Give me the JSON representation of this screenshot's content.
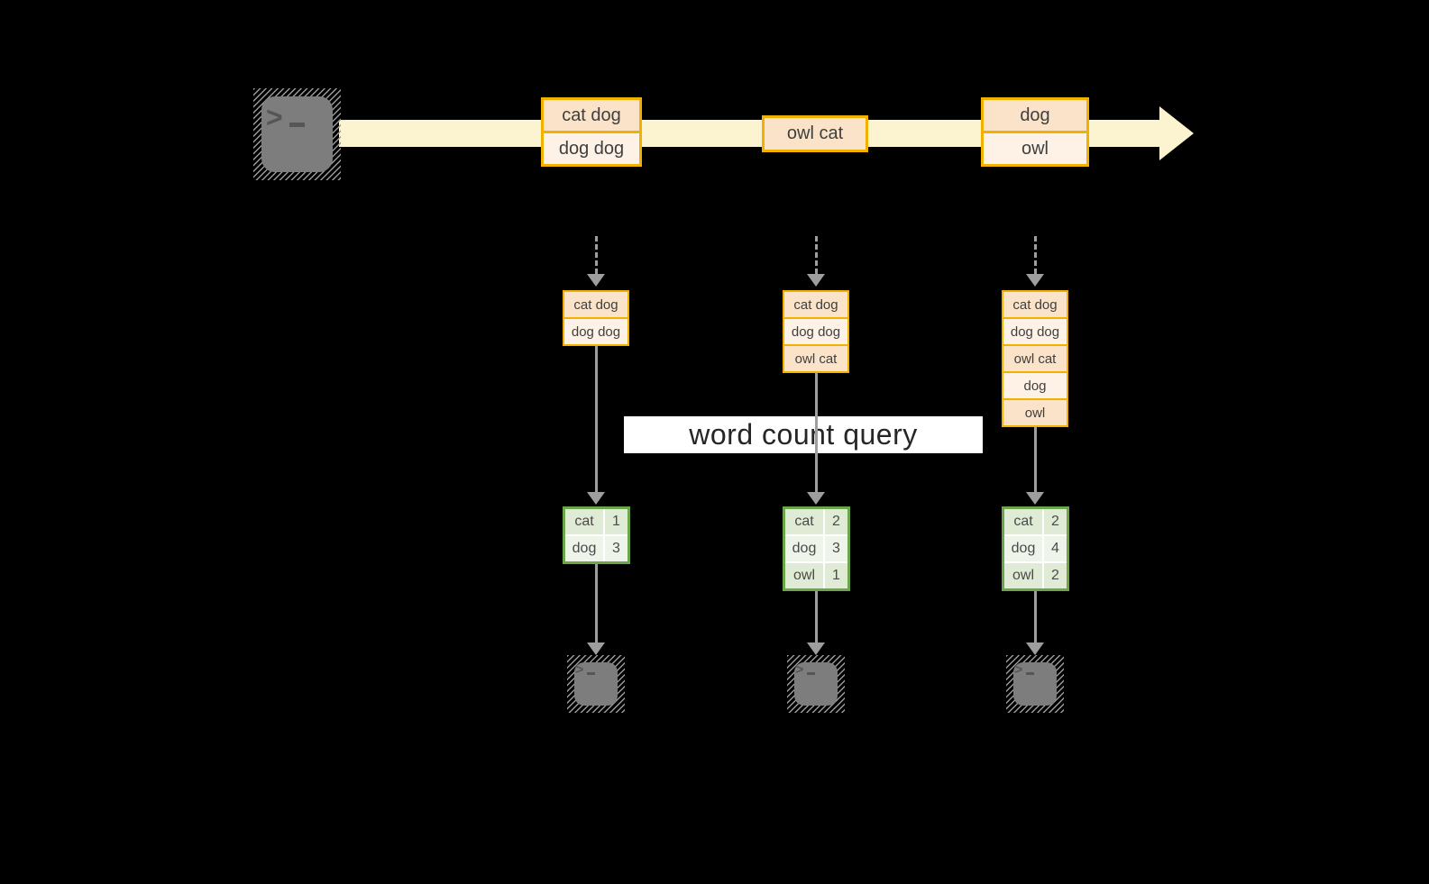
{
  "banner": {
    "label": "word count query"
  },
  "terminal": {
    "chevron": ">"
  },
  "stream_groups": [
    {
      "cells": [
        "cat dog",
        "dog dog"
      ]
    },
    {
      "cells": [
        "owl cat"
      ]
    },
    {
      "cells": [
        "dog",
        "owl"
      ]
    }
  ],
  "columns": [
    {
      "buffer": [
        "cat dog",
        "dog dog"
      ],
      "counts": [
        {
          "word": "cat",
          "n": "1"
        },
        {
          "word": "dog",
          "n": "3"
        }
      ]
    },
    {
      "buffer": [
        "cat dog",
        "dog dog",
        "owl cat"
      ],
      "counts": [
        {
          "word": "cat",
          "n": "2"
        },
        {
          "word": "dog",
          "n": "3"
        },
        {
          "word": "owl",
          "n": "1"
        }
      ]
    },
    {
      "buffer": [
        "cat dog",
        "dog dog",
        "owl cat",
        "dog",
        "owl"
      ],
      "counts": [
        {
          "word": "cat",
          "n": "2"
        },
        {
          "word": "dog",
          "n": "4"
        },
        {
          "word": "owl",
          "n": "2"
        }
      ]
    }
  ],
  "colors": {
    "background": "#000000",
    "stream_band": "#FCF3D1",
    "record_peach": "#FAE3C9",
    "record_cream": "#FDF2E5",
    "gold_border": "#F2B100",
    "record_text": "#3F3F3F",
    "table_border_green": "#6CA64A",
    "table_cell_green_dark": "#DFEBD4",
    "table_cell_green_light": "#EEF4E9",
    "table_text": "#4A4A4A",
    "arrow_gray": "#9E9E9E",
    "terminal_gray": "#7D7D7D",
    "banner_bg": "#FFFFFF",
    "banner_text": "#262626"
  }
}
